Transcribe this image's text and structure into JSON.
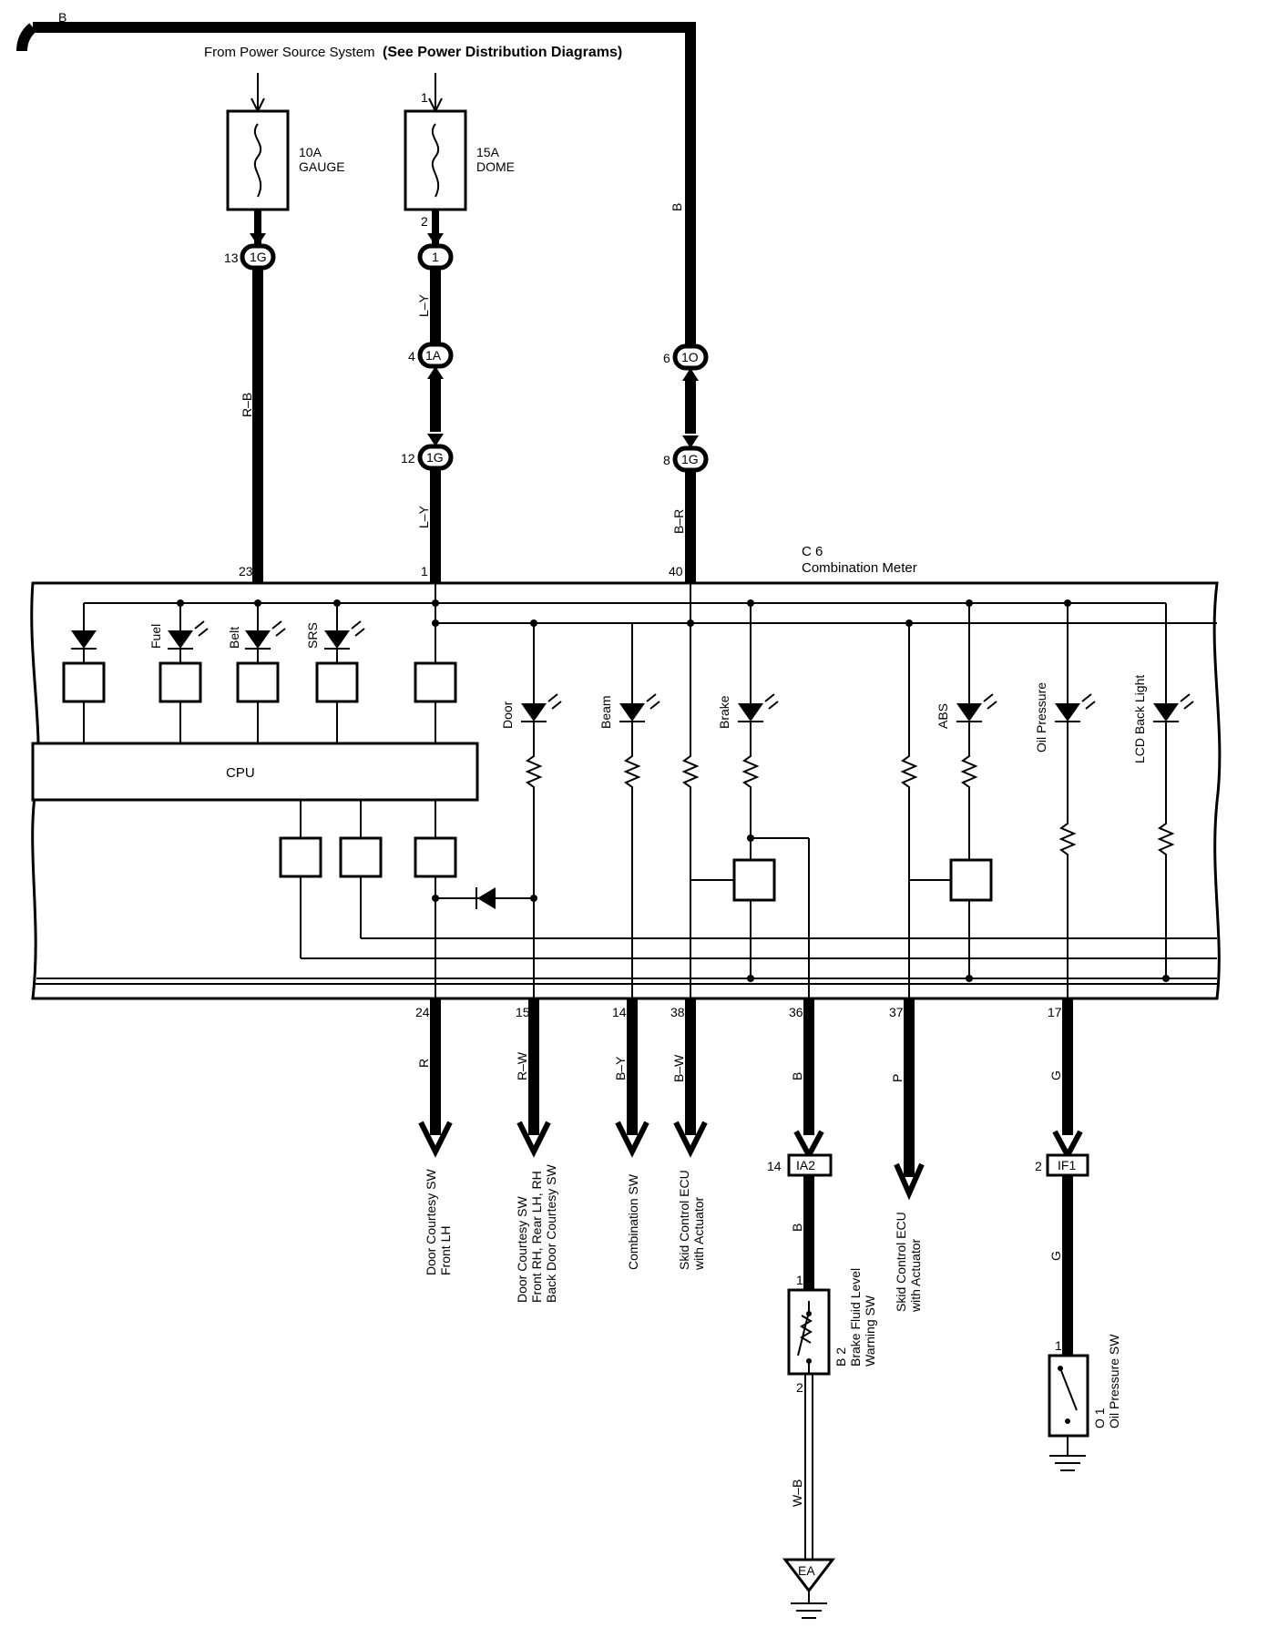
{
  "source": {
    "prefix": "From Power Source System",
    "note": "(See Power Distribution Diagrams)",
    "bus_color": "B"
  },
  "fuses": [
    {
      "rating": "10A",
      "name": "GAUGE",
      "pin_in": "",
      "pin_out": ""
    },
    {
      "rating": "15A",
      "name": "DOME",
      "pin_in": "1",
      "pin_out": "2"
    }
  ],
  "connectors": {
    "gauge_top": {
      "pin": "13",
      "code": "1G"
    },
    "dome_top": {
      "pin": "",
      "code": "1"
    },
    "dome_mid": {
      "pin": "4",
      "code": "1A"
    },
    "dome_low": {
      "pin": "12",
      "code": "1G"
    },
    "bus_mid": {
      "pin": "6",
      "code": "1O"
    },
    "bus_low": {
      "pin": "8",
      "code": "1G"
    },
    "brake_ia2": {
      "pin": "14",
      "code": "IA2"
    },
    "oil_if1": {
      "pin": "2",
      "code": "IF1"
    }
  },
  "wire_colors": {
    "gauge": "R–B",
    "dome_upper": "L–Y",
    "dome_lower": "L–Y",
    "bus_vertical": "B",
    "bus_lower": "B–R",
    "out_24": "R",
    "out_15": "R–W",
    "out_14": "B–Y",
    "out_38": "B–W",
    "out_36": "B",
    "out_37": "P",
    "out_17": "G",
    "brake_mid": "B",
    "oil_mid": "G",
    "brake_ground": "W–B"
  },
  "meter": {
    "code": "C 6",
    "name": "Combination Meter",
    "cpu_label": "CPU",
    "top_pins": {
      "p23": "23",
      "p1": "1",
      "p40": "40"
    },
    "bottom_pins": {
      "p24": "24",
      "p15": "15",
      "p14": "14",
      "p38": "38",
      "p36": "36",
      "p37": "37",
      "p17": "17"
    },
    "indicators": {
      "fuel": "Fuel",
      "belt": "Belt",
      "srs": "SRS",
      "door": "Door",
      "beam": "Beam",
      "brake": "Brake",
      "abs": "ABS",
      "oil": "Oil Pressure",
      "lcd": "LCD Back Light"
    }
  },
  "destinations": {
    "d24": {
      "line1": "Door Courtesy SW",
      "line2": "Front LH",
      "line3": ""
    },
    "d15": {
      "line1": "Door Courtesy SW",
      "line2": "Front RH, Rear LH, RH",
      "line3": "Back Door Courtesy SW"
    },
    "d14": {
      "line1": "Combination SW",
      "line2": "",
      "line3": ""
    },
    "d38": {
      "line1": "Skid Control ECU",
      "line2": "with Actuator",
      "line3": ""
    },
    "d37": {
      "line1": "Skid Control ECU",
      "line2": "with Actuator",
      "line3": ""
    }
  },
  "switches": {
    "brake": {
      "code": "B 2",
      "line1": "Brake Fluid Level",
      "line2": "Warning SW",
      "pin_top": "1",
      "pin_bottom": "2"
    },
    "oil": {
      "code": "O 1",
      "line1": "Oil Pressure SW",
      "pin_top": "1"
    }
  },
  "ground": {
    "code": "EA"
  }
}
